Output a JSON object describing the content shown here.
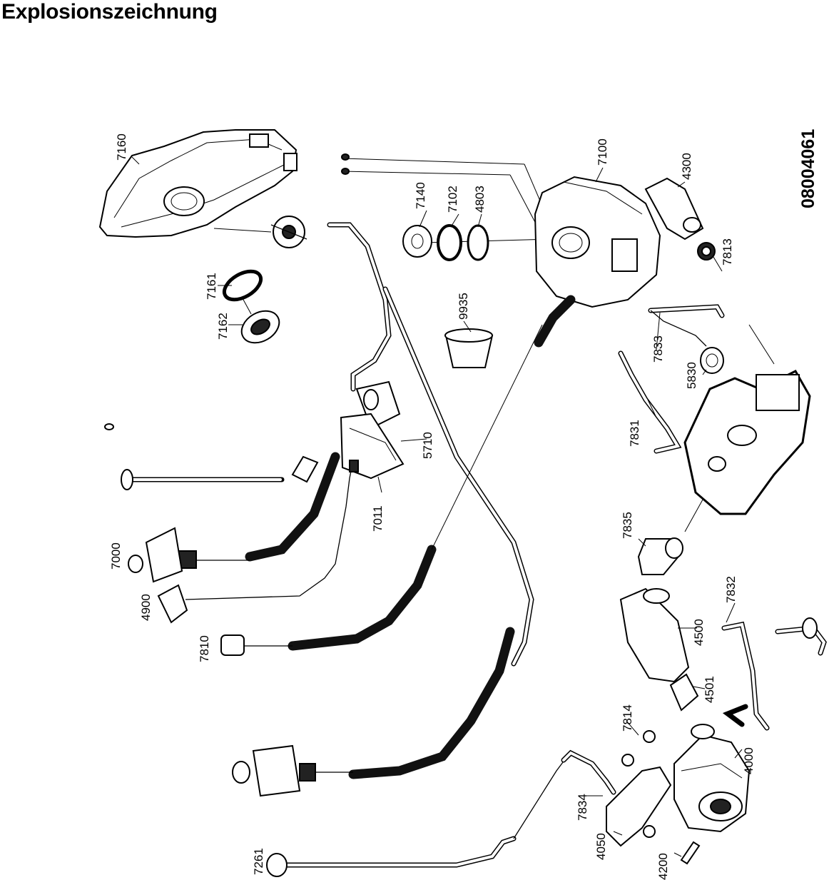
{
  "title": "Explosionszeichnung",
  "document_number": "08004061",
  "part_labels": [
    "7160",
    "7161",
    "7162",
    "7000",
    "4900",
    "7810",
    "7261",
    "7011",
    "5710",
    "7140",
    "7102",
    "4803",
    "9935",
    "7100",
    "4300",
    "7813",
    "7833",
    "5830",
    "7831",
    "7835",
    "7832",
    "4500",
    "4501",
    "7814",
    "4000",
    "7834",
    "4050",
    "4200"
  ]
}
